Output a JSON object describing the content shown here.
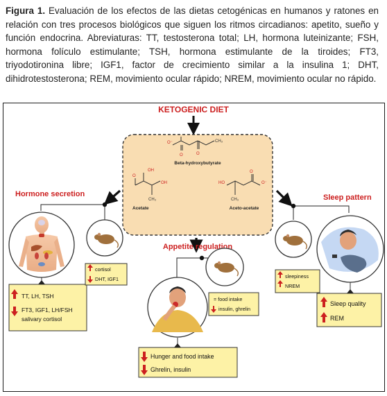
{
  "caption": {
    "label": "Figura 1.",
    "text": " Evaluación de los efectos de las dietas cetogénicas en humanos y ratones en relación con tres procesos biológicos que siguen los ritmos circadianos: apetito, sueño y función endocrina. Abreviaturas: TT, testosterona total; LH, hormona luteinizante; FSH, hormona folículo estimulante; TSH, hormona estimulante de la tiroides; FT3, triyodotironina libre; IGF1, factor de crecimiento similar a la insulina 1; DHT, dihidrotestosterona; REM, movimiento ocular rápido; NREM, movimiento ocular no rápido."
  },
  "diagram": {
    "title": "KETOGENIC DIET",
    "molecules": {
      "bhb": "Beta-hydroxybutyrate",
      "acetate": "Acetate",
      "acetoacetate": "Aceto-acetate",
      "atoms": {
        "o_minus": "O⁻",
        "o": "O",
        "oh": "OH",
        "ho": "HO",
        "ch3": "CH₃"
      }
    },
    "sections": {
      "hormone": "Hormone secretion",
      "appetite": "Appetite regulation",
      "sleep": "Sleep pattern"
    },
    "boxes": {
      "mouse_hormone": [
        "cortisol",
        "DHT, IGF1"
      ],
      "human_hormone": [
        "TT, LH, TSH",
        "FT3, IGF1, LH/FSH",
        "salivary cortisol"
      ],
      "mouse_appetite": [
        "= food intake",
        "insulin, ghrelin"
      ],
      "human_appetite": [
        "Hunger and food intake",
        "Ghrelin, insulin"
      ],
      "mouse_sleep": [
        "sleepiness",
        "NREM"
      ],
      "human_sleep": [
        "Sleep quality",
        "REM"
      ]
    },
    "colors": {
      "title": "#cc1f1f",
      "center_fill": "#f9ddb2",
      "box_fill": "#fdf2a6",
      "up_arrow": "#cc1f1f",
      "down_arrow": "#cc1f1f"
    }
  }
}
